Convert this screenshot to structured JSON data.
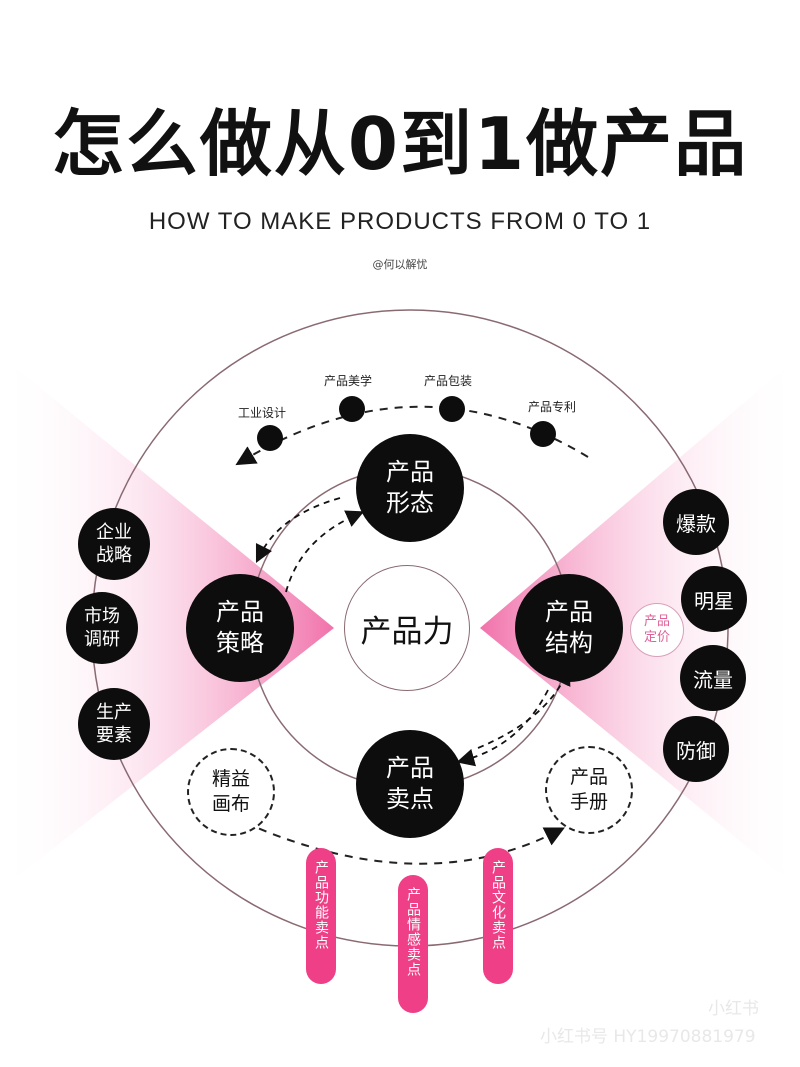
{
  "header": {
    "title": "怎么做从0到1做产品",
    "subtitle": "HOW TO MAKE PRODUCTS FROM 0 TO 1",
    "author": "@何以解忧"
  },
  "diagram": {
    "center": "产品力",
    "form": "产品\n形态",
    "strategy": "产品\n策略",
    "structure": "产品\n结构",
    "selling": "产品\n卖点",
    "top_points": [
      "工业设计",
      "产品美学",
      "产品包装",
      "产品专利"
    ],
    "left_items": [
      "企业\n战略",
      "市场\n调研",
      "生产\n要素"
    ],
    "right_items": [
      "爆款",
      "明星",
      "流量",
      "防御"
    ],
    "pricing": "产品\n定价",
    "canvas": "精益\n画布",
    "manual": "产品\n手册",
    "bottom_pills": [
      "产品功能卖点",
      "产品情感卖点",
      "产品文化卖点"
    ]
  },
  "watermark": {
    "logo": "小红书",
    "account": "小红书号 HY19970881979"
  },
  "colors": {
    "pink": "#ef3f86",
    "black": "#0d0d0d",
    "wedge": "#f06aa6",
    "ring": "#8a6a72"
  }
}
